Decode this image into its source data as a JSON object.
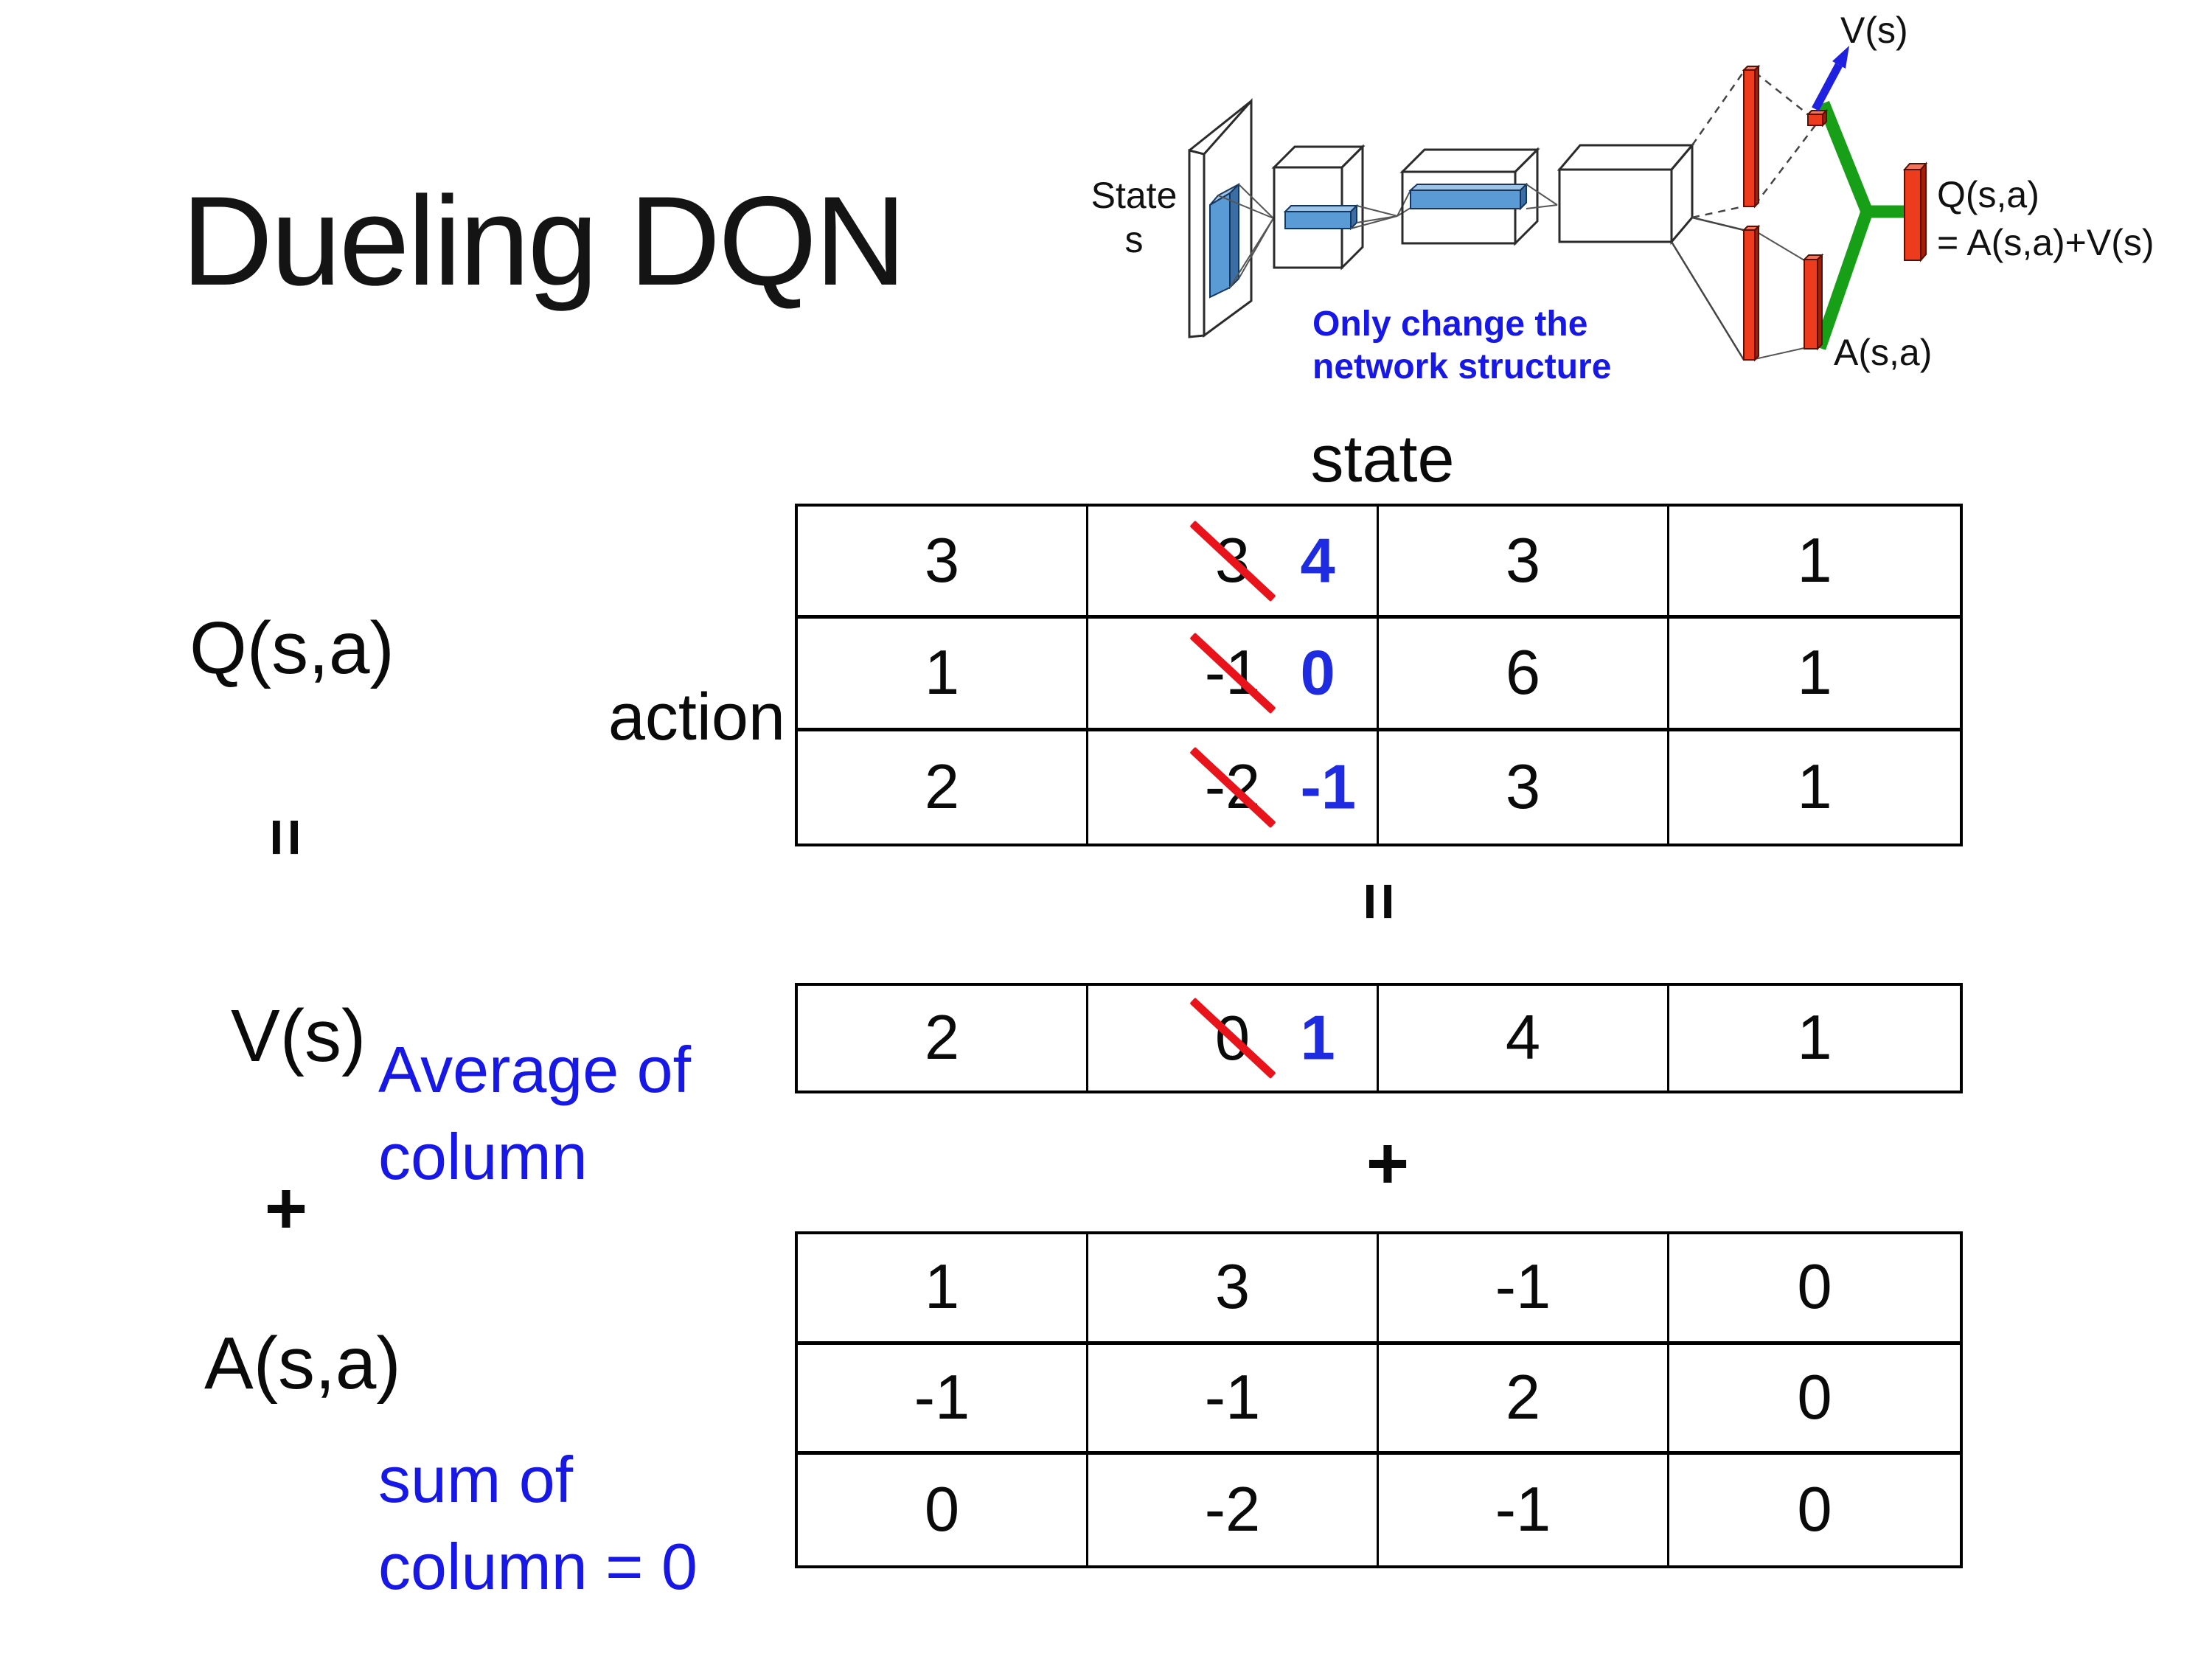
{
  "slide": {
    "title": "Dueling DQN",
    "background": "#ffffff"
  },
  "colors": {
    "annotation_blue": "#1717E6",
    "corrected_value_blue": "#1F2BE0",
    "strike_red": "#E8131B",
    "bar_red": "#ED3B1E",
    "join_green": "#17A017",
    "arrow_blue": "#2020E0",
    "conv_slab_blue": "#5B9BD5"
  },
  "network_diagram": {
    "state_label_line1": "State",
    "state_label_line2": "s",
    "note_line1": "Only change the",
    "note_line2": "network structure",
    "v_output_label": "V(s)",
    "q_output_label_line1": "Q(s,a)",
    "q_output_label_line2": "= A(s,a)+V(s)",
    "a_output_label": "A(s,a)"
  },
  "equation": {
    "q_term": "Q(s,a)",
    "equals_left": "=",
    "v_term": "V(s)",
    "plus_left": "+",
    "a_term": "A(s,a)",
    "equals_center": "=",
    "plus_center": "+",
    "state_header": "state",
    "action_header": "action",
    "average_note_line1": "Average of",
    "average_note_line2": "column",
    "sum_note_line1": "sum of",
    "sum_note_line2": "column = 0"
  },
  "matrices": {
    "q": [
      [
        {
          "v": "3"
        },
        {
          "old": "3",
          "new": "4"
        },
        {
          "v": "3"
        },
        {
          "v": "1"
        }
      ],
      [
        {
          "v": "1"
        },
        {
          "old": "-1",
          "new": "0"
        },
        {
          "v": "6"
        },
        {
          "v": "1"
        }
      ],
      [
        {
          "v": "2"
        },
        {
          "old": "-2",
          "new": "-1"
        },
        {
          "v": "3"
        },
        {
          "v": "1"
        }
      ]
    ],
    "v": [
      [
        {
          "v": "2"
        },
        {
          "old": "0",
          "new": "1"
        },
        {
          "v": "4"
        },
        {
          "v": "1"
        }
      ]
    ],
    "a": [
      [
        {
          "v": "1"
        },
        {
          "v": "3"
        },
        {
          "v": "-1"
        },
        {
          "v": "0"
        }
      ],
      [
        {
          "v": "-1"
        },
        {
          "v": "-1"
        },
        {
          "v": "2"
        },
        {
          "v": "0"
        }
      ],
      [
        {
          "v": "0"
        },
        {
          "v": "-2"
        },
        {
          "v": "-1"
        },
        {
          "v": "0"
        }
      ]
    ]
  }
}
